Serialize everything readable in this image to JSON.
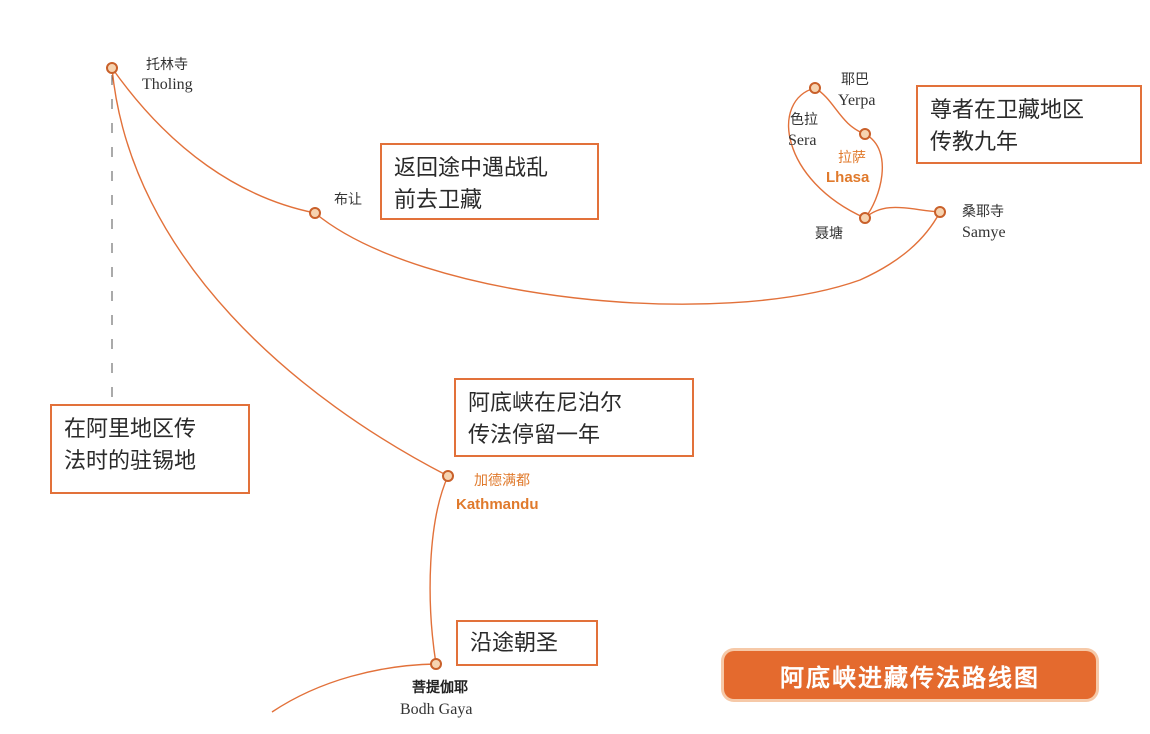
{
  "map": {
    "title": "阿底峡进藏传法路线图",
    "places": {
      "tholing": {
        "cn": "托林寺",
        "en": "Tholing"
      },
      "puran": {
        "cn": "布让"
      },
      "yerpa": {
        "cn": "耶巴",
        "en": "Yerpa"
      },
      "sera": {
        "cn": "色拉",
        "en": "Sera"
      },
      "lhasa": {
        "cn": "拉萨",
        "en": "Lhasa"
      },
      "nyethang": {
        "cn": "聂塘"
      },
      "samye": {
        "cn": "桑耶寺",
        "en": "Samye"
      },
      "kathmandu": {
        "cn": "加德满都",
        "en": "Kathmandu"
      },
      "bodhgaya": {
        "cn": "菩提伽耶",
        "en": "Bodh Gaya"
      }
    },
    "notes": {
      "return_war": [
        "返回途中遇战乱",
        "前去卫藏"
      ],
      "nine_years": [
        "尊者在卫藏地区",
        "传教九年"
      ],
      "nepal_year": [
        "阿底峡在尼泊尔",
        "传法停留一年"
      ],
      "ngari": [
        "在阿里地区传",
        "法时的驻锡地"
      ],
      "pilgrimage": [
        "沿途朝圣"
      ]
    },
    "colors": {
      "route": "#e2713a",
      "accent": "#e46a2e",
      "highlight_text": "#e07a2c"
    }
  }
}
